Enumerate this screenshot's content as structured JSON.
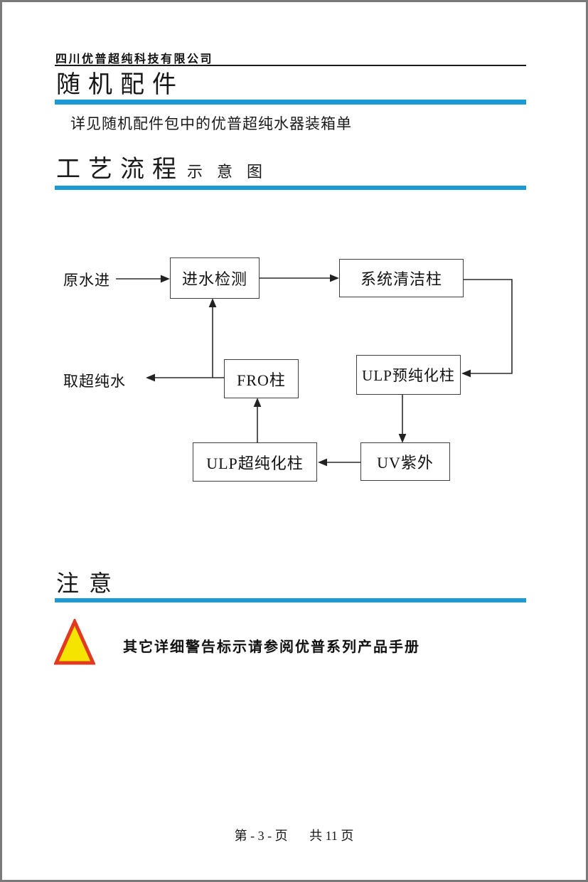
{
  "page": {
    "company_name": "四川优普超纯科技有限公司",
    "footer": {
      "page_label": "第 - 3 - 页",
      "total_label": "共 11 页"
    }
  },
  "sections": {
    "accessories": {
      "title": "随机配件",
      "body": "详见随机配件包中的优普超纯水器装箱单"
    },
    "process_flow": {
      "title": "工艺流程",
      "subtitle": "示意图"
    },
    "notice": {
      "title": "注意",
      "warning_icon": "warning-triangle",
      "warning_text": "其它详细警告标示请参阅优普系列产品手册"
    }
  },
  "diagram": {
    "type": "flowchart",
    "inputs": {
      "raw_water_in": "原水进",
      "ultrapure_out": "取超纯水"
    },
    "nodes": {
      "inlet_detection": "进水检测",
      "system_cleaning_column": "系统清洁柱",
      "ulp_prepurification_column": "ULP预纯化柱",
      "uv_lamp": "UV紫外",
      "ulp_ultrapurification_column": "ULP超纯化柱",
      "fro_column": "FRO柱"
    },
    "edges": [
      "原水进 → 进水检测",
      "进水检测 → 系统清洁柱",
      "系统清洁柱 → ULP预纯化柱",
      "ULP预纯化柱 → UV紫外",
      "UV紫外 → ULP超纯化柱",
      "ULP超纯化柱 → FRO柱",
      "FRO柱 → 取超纯水",
      "FRO柱 → 进水检测"
    ]
  },
  "colors": {
    "accent_blue": "#1b9ad5",
    "page_border": "#7a7a7a",
    "warning_yellow": "#f5e400",
    "warning_red": "#e23a20",
    "line_black": "#2a2a2a"
  }
}
